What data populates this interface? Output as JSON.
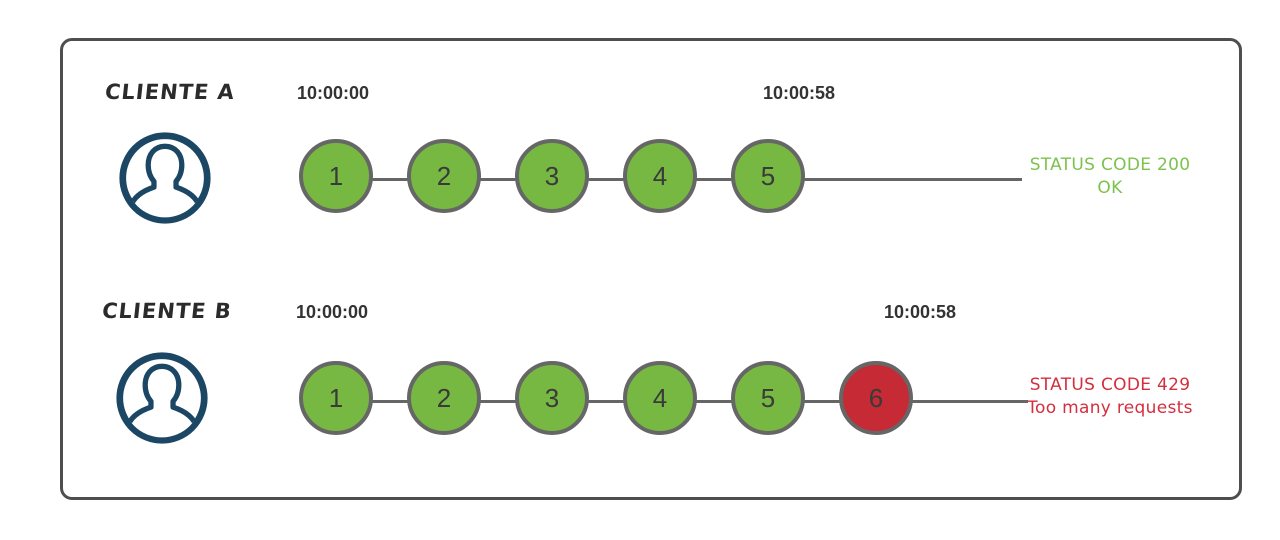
{
  "rows": [
    {
      "client_label": "CLIENTE A",
      "start_time": "10:00:00",
      "end_time": "10:00:58",
      "requests": [
        {
          "label": "1",
          "state": "ok"
        },
        {
          "label": "2",
          "state": "ok"
        },
        {
          "label": "3",
          "state": "ok"
        },
        {
          "label": "4",
          "state": "ok"
        },
        {
          "label": "5",
          "state": "ok"
        }
      ],
      "status": {
        "line1": "STATUS CODE 200",
        "line2": "OK",
        "color": "#7cc24c"
      }
    },
    {
      "client_label": "CLIENTE B",
      "start_time": "10:00:00",
      "end_time": "10:00:58",
      "requests": [
        {
          "label": "1",
          "state": "ok"
        },
        {
          "label": "2",
          "state": "ok"
        },
        {
          "label": "3",
          "state": "ok"
        },
        {
          "label": "4",
          "state": "ok"
        },
        {
          "label": "5",
          "state": "ok"
        },
        {
          "label": "6",
          "state": "rate_limited"
        }
      ],
      "status": {
        "line1": "STATUS CODE 429",
        "line2": "Too many requests",
        "color": "#d32f3e"
      }
    }
  ],
  "colors": {
    "request_ok": "#77b843",
    "request_rate_limited": "#c52a35",
    "circle_border": "#666666",
    "connector": "#666666",
    "avatar": "#1b4765",
    "panel_border": "#4e4e4e",
    "timestamp_text": "#333333",
    "label_text": "#2b2b2b"
  },
  "icons": {
    "avatar": "user-circle-icon"
  }
}
